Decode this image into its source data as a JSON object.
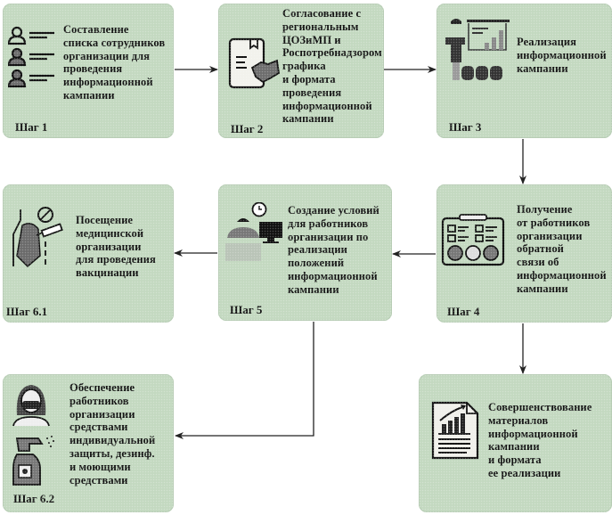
{
  "colors": {
    "box_fill": "#c3d9c0",
    "arrow": "#222222",
    "text": "#111111"
  },
  "steps": [
    {
      "id": "step-1",
      "label": "Шаг 1",
      "icon": "employee-list-icon",
      "text": "Составление\nсписка сотрудников\nорганизации для\nпроведения\nинформационной\nкампании"
    },
    {
      "id": "step-2",
      "label": "Шаг 2",
      "icon": "agreement-handshake-icon",
      "text": "Согласование с\nрегиональным\nЦОЗиМП и\nРоспотребнадзором\nграфика\nи формата\nпроведения\nинформационной\nкампании"
    },
    {
      "id": "step-3",
      "label": "Шаг 3",
      "icon": "presentation-icon",
      "text": "Реализация\nинформационной\nкампании"
    },
    {
      "id": "step-4",
      "label": "Шаг 4",
      "icon": "feedback-survey-icon",
      "text": "Получение\nот работников\nорганизации\nобратной\nсвязи об\nинформационной\nкампании"
    },
    {
      "id": "step-5",
      "label": "Шаг 5",
      "icon": "workplace-icon",
      "text": "Создание условий\nдля работников\nорганизации по\nреализации\nположений\nинформационной\nкампании"
    },
    {
      "id": "step-6-1",
      "label": "Шаг 6.1",
      "icon": "vaccination-icon",
      "text": "Посещение\nмедицинской\nорганизации\nдля проведения\nвакцинации"
    },
    {
      "id": "step-6-2",
      "label": "Шаг 6.2",
      "icon": "protection-disinfection-icon",
      "text": "Обеспечение\nработников\nорганизации\nсредствами\nиндивидуальной\nзащиты, дезинф.\nи моющими\nсредствами"
    },
    {
      "id": "step-final",
      "label": "",
      "icon": "report-improvement-icon",
      "text": "Совершенствование\nматериалов\nинформационной\nкампании\nи формата\nее реализации"
    }
  ],
  "connections": [
    [
      "step-1",
      "step-2"
    ],
    [
      "step-2",
      "step-3"
    ],
    [
      "step-3",
      "step-4"
    ],
    [
      "step-4",
      "step-5"
    ],
    [
      "step-4",
      "step-final"
    ],
    [
      "step-5",
      "step-6-1"
    ],
    [
      "step-5",
      "step-6-2"
    ]
  ]
}
